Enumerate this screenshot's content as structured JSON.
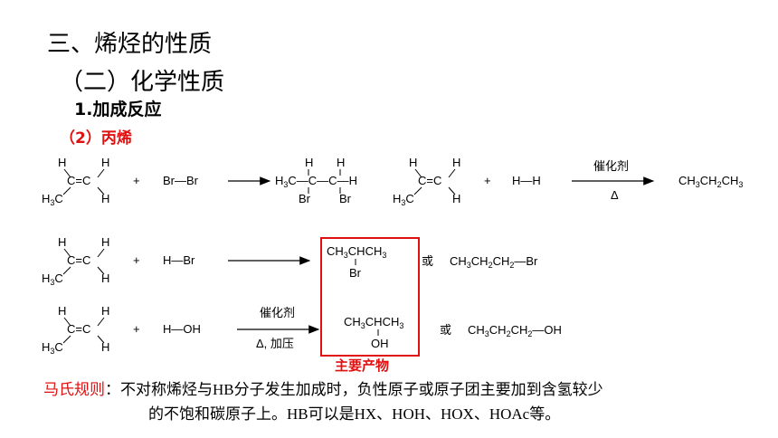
{
  "headings": {
    "section": "三、烯烃的性质",
    "subsection": "（二）化学性质",
    "topic": "1.加成反应",
    "case": "（2）丙烯"
  },
  "reactions": {
    "r1": {
      "reagent": "Br—Br",
      "product_main": "H3C—C—C—H",
      "product_h_left": "H",
      "product_h_right": "H",
      "product_br_left": "Br",
      "product_br_right": "Br"
    },
    "r2": {
      "reagent": "H—H",
      "catalyst": "催化剂",
      "condition": "Δ",
      "product": "CH3CH2CH3"
    },
    "r3": {
      "reagent": "H—Br",
      "major_product": "CH3CHCH3",
      "major_substituent": "Br",
      "or_label": "或",
      "minor_product": "CH3CH2CH2—Br"
    },
    "r4": {
      "reagent": "H—OH",
      "catalyst": "催化剂",
      "condition": "Δ, 加压",
      "major_product": "CH3CHCH3",
      "major_substituent": "OH",
      "or_label": "或",
      "minor_product": "CH3CH2CH2—OH"
    }
  },
  "propene": {
    "h_top_left": "H",
    "h_top_right": "H",
    "double_bond": "C=C",
    "methyl": "H3C",
    "h_bottom_right": "H",
    "plus": "+"
  },
  "major_products_label": "主要产物",
  "markovnikov": {
    "label": "马氏规则",
    "text_line1": "：不对称烯烃与HB分子发生加成时，负性原子或原子团主要加到含氢较少",
    "text_line2": "的不饱和碳原子上。HB可以是HX、HOH、HOX、HOAc等。"
  },
  "colors": {
    "accent": "#e01010",
    "text": "#000000"
  }
}
